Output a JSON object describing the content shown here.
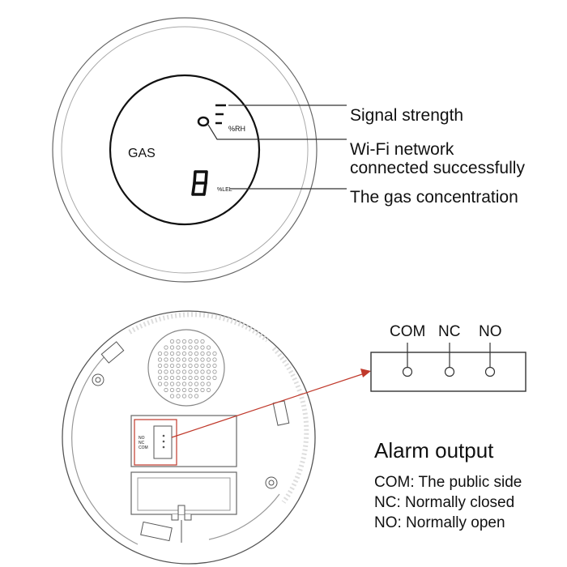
{
  "top_device": {
    "display": {
      "gas_label": "GAS",
      "rh_unit": "%RH",
      "lel_unit": "%LEL",
      "digit_value": "8"
    },
    "callouts": {
      "signal": "Signal strength",
      "wifi_line1": "Wi-Fi network",
      "wifi_line2": "connected successfully",
      "gas": "The gas concentration"
    }
  },
  "bottom_device": {
    "board_labels": [
      "NO",
      "NC",
      "COM"
    ],
    "terminal_labels": [
      "COM",
      "NC",
      "NO"
    ],
    "alarm": {
      "title": "Alarm output",
      "lines": [
        "COM: The public side",
        "NC: Normally closed",
        "NO: Normally open"
      ]
    }
  },
  "colors": {
    "line": "#333333",
    "light_line": "#888888",
    "pointer_red": "#c0392b"
  }
}
